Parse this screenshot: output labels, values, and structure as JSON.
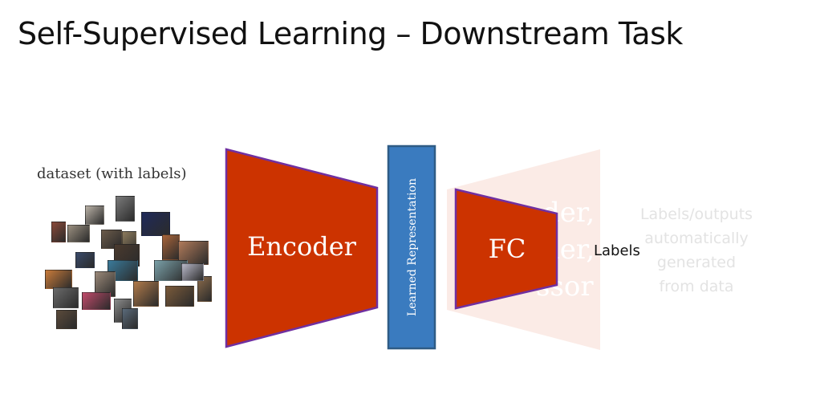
{
  "title": "Self-Supervised Learning – Downstream Task",
  "dataset_label": "dataset (with labels)",
  "encoder_label": "Encoder",
  "representation_label": "Learned Representation",
  "fc_label": "FC",
  "output_label": "Labels",
  "faded": {
    "model_fragments": [
      "der,",
      "der,",
      "ssor"
    ],
    "outputs_lines": [
      "Labels/outputs",
      "automatically",
      "generated",
      "from data"
    ]
  },
  "colors": {
    "encoder_fill": "#cc3300",
    "block_outline": "#7030a0",
    "representation_fill": "#3a7bbf",
    "representation_border": "#2f5c85",
    "faded_fill": "#fbe9e3",
    "faded_text": "#e3e3e3"
  },
  "thumbnails": [
    {
      "name": "dataset-image-guitar",
      "color": "#8a4a3a"
    },
    {
      "name": "dataset-image-building",
      "color": "#9a8f7f"
    },
    {
      "name": "dataset-image-statue",
      "color": "#b9b1a6"
    },
    {
      "name": "dataset-image-bridge",
      "color": "#7a7a7a"
    },
    {
      "name": "dataset-image-fireworks",
      "color": "#1f2a5a"
    },
    {
      "name": "dataset-image-door",
      "color": "#6b5a4a"
    },
    {
      "name": "dataset-image-pattern",
      "color": "#a8643a"
    },
    {
      "name": "dataset-image-tower",
      "color": "#8c7a5c"
    },
    {
      "name": "dataset-image-chair",
      "color": "#4a3a2e"
    },
    {
      "name": "dataset-image-texture",
      "color": "#b07a5a"
    },
    {
      "name": "dataset-image-jet",
      "color": "#3a4a6a"
    },
    {
      "name": "dataset-image-ocean",
      "color": "#3a7a9a"
    },
    {
      "name": "dataset-image-car",
      "color": "#7aa0a8"
    },
    {
      "name": "dataset-image-deer",
      "color": "#8a6a4a"
    },
    {
      "name": "dataset-image-starfish",
      "color": "#c87a3a"
    },
    {
      "name": "dataset-image-person",
      "color": "#9a8878"
    },
    {
      "name": "dataset-image-cat",
      "color": "#6a6a6a"
    },
    {
      "name": "dataset-image-racecar",
      "color": "#c04a6a"
    },
    {
      "name": "dataset-image-animal",
      "color": "#b07a4a"
    },
    {
      "name": "dataset-image-pottery",
      "color": "#7a5a3a"
    },
    {
      "name": "dataset-image-bird",
      "color": "#b8b8c8"
    },
    {
      "name": "dataset-image-rock",
      "color": "#8a8a8a"
    },
    {
      "name": "dataset-image-dog",
      "color": "#5a4a3a"
    },
    {
      "name": "dataset-image-vase",
      "color": "#5a6a7a"
    }
  ]
}
